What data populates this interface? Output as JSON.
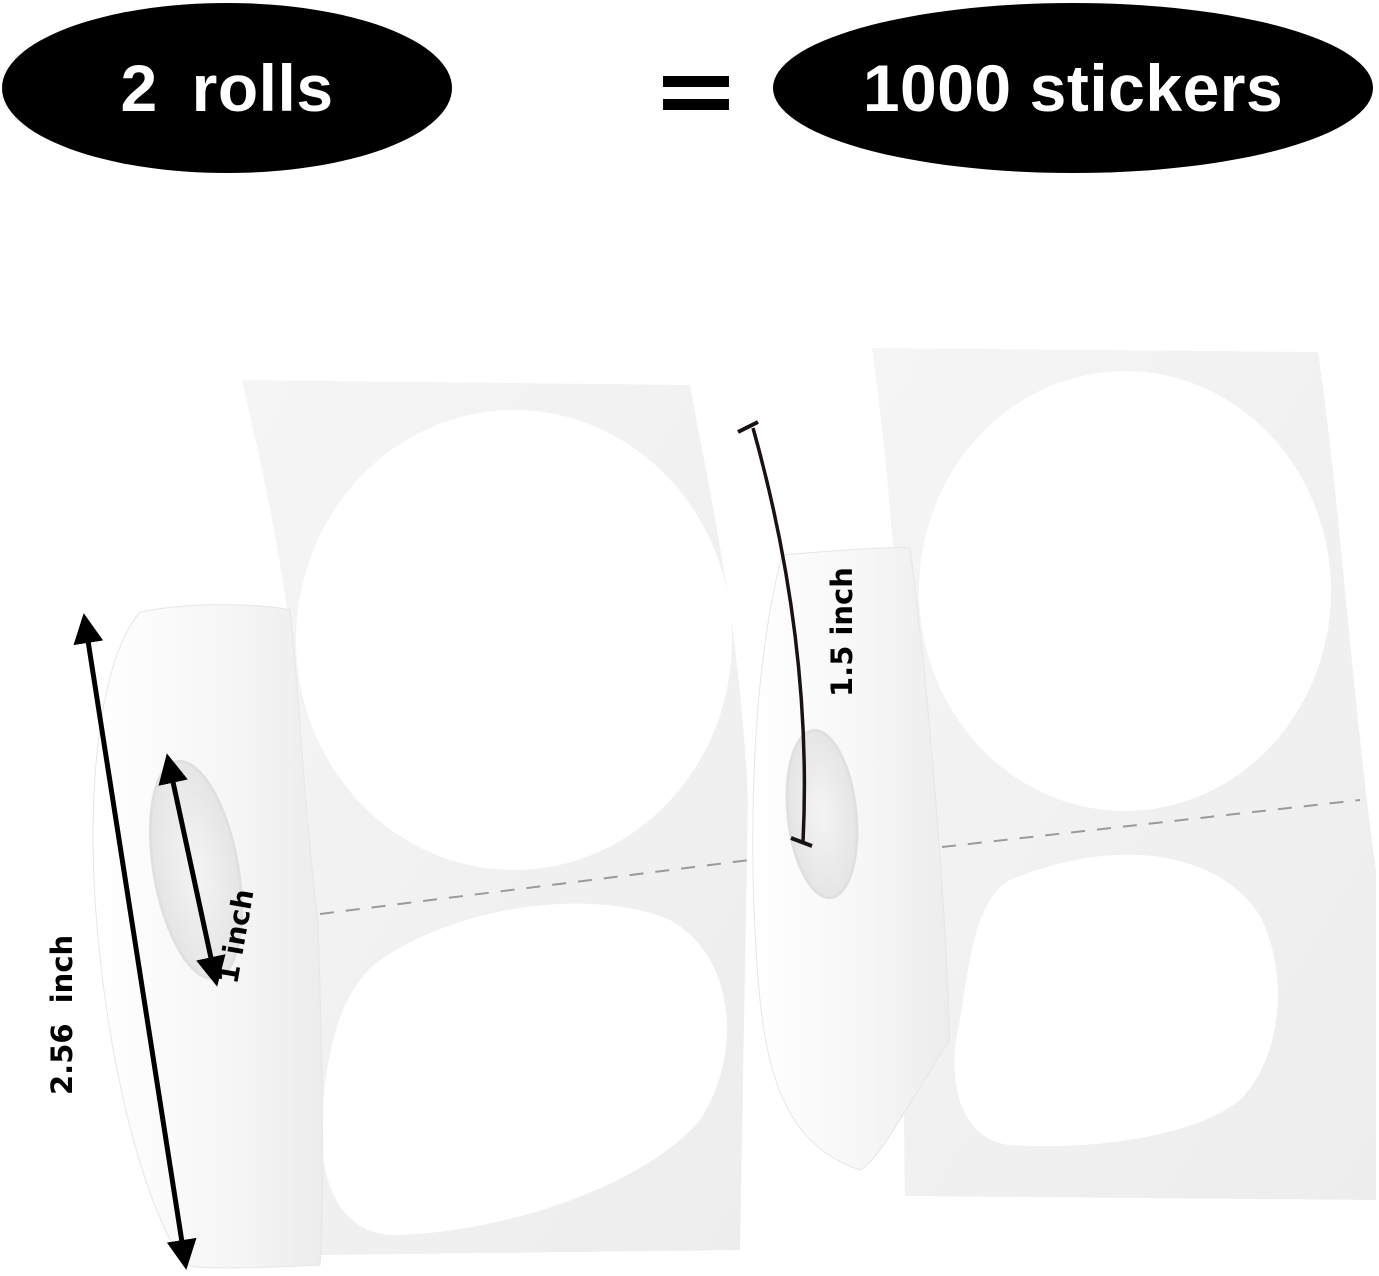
{
  "headline": {
    "left": {
      "count": "2",
      "unit": "rolls"
    },
    "operator": "=",
    "right": {
      "count": "1000",
      "unit": "stickers"
    }
  },
  "product": {
    "rolls": [
      {
        "name": "roll-1",
        "label_shape": "round",
        "label_color": "#ffffff"
      },
      {
        "name": "roll-2",
        "label_shape": "round",
        "label_color": "#ffffff"
      }
    ],
    "dimensions": {
      "roll_outer_diameter": "2.56  inch",
      "core_inner_diameter": "1 inch",
      "label_diameter": "1.5 inch"
    }
  },
  "colors": {
    "pill_background": "#000000",
    "pill_text": "#ffffff",
    "backing_paper": "#f2f2f2",
    "label_face": "#ffffff",
    "perforation": "#9a9a9a",
    "annotation": "#111111"
  }
}
